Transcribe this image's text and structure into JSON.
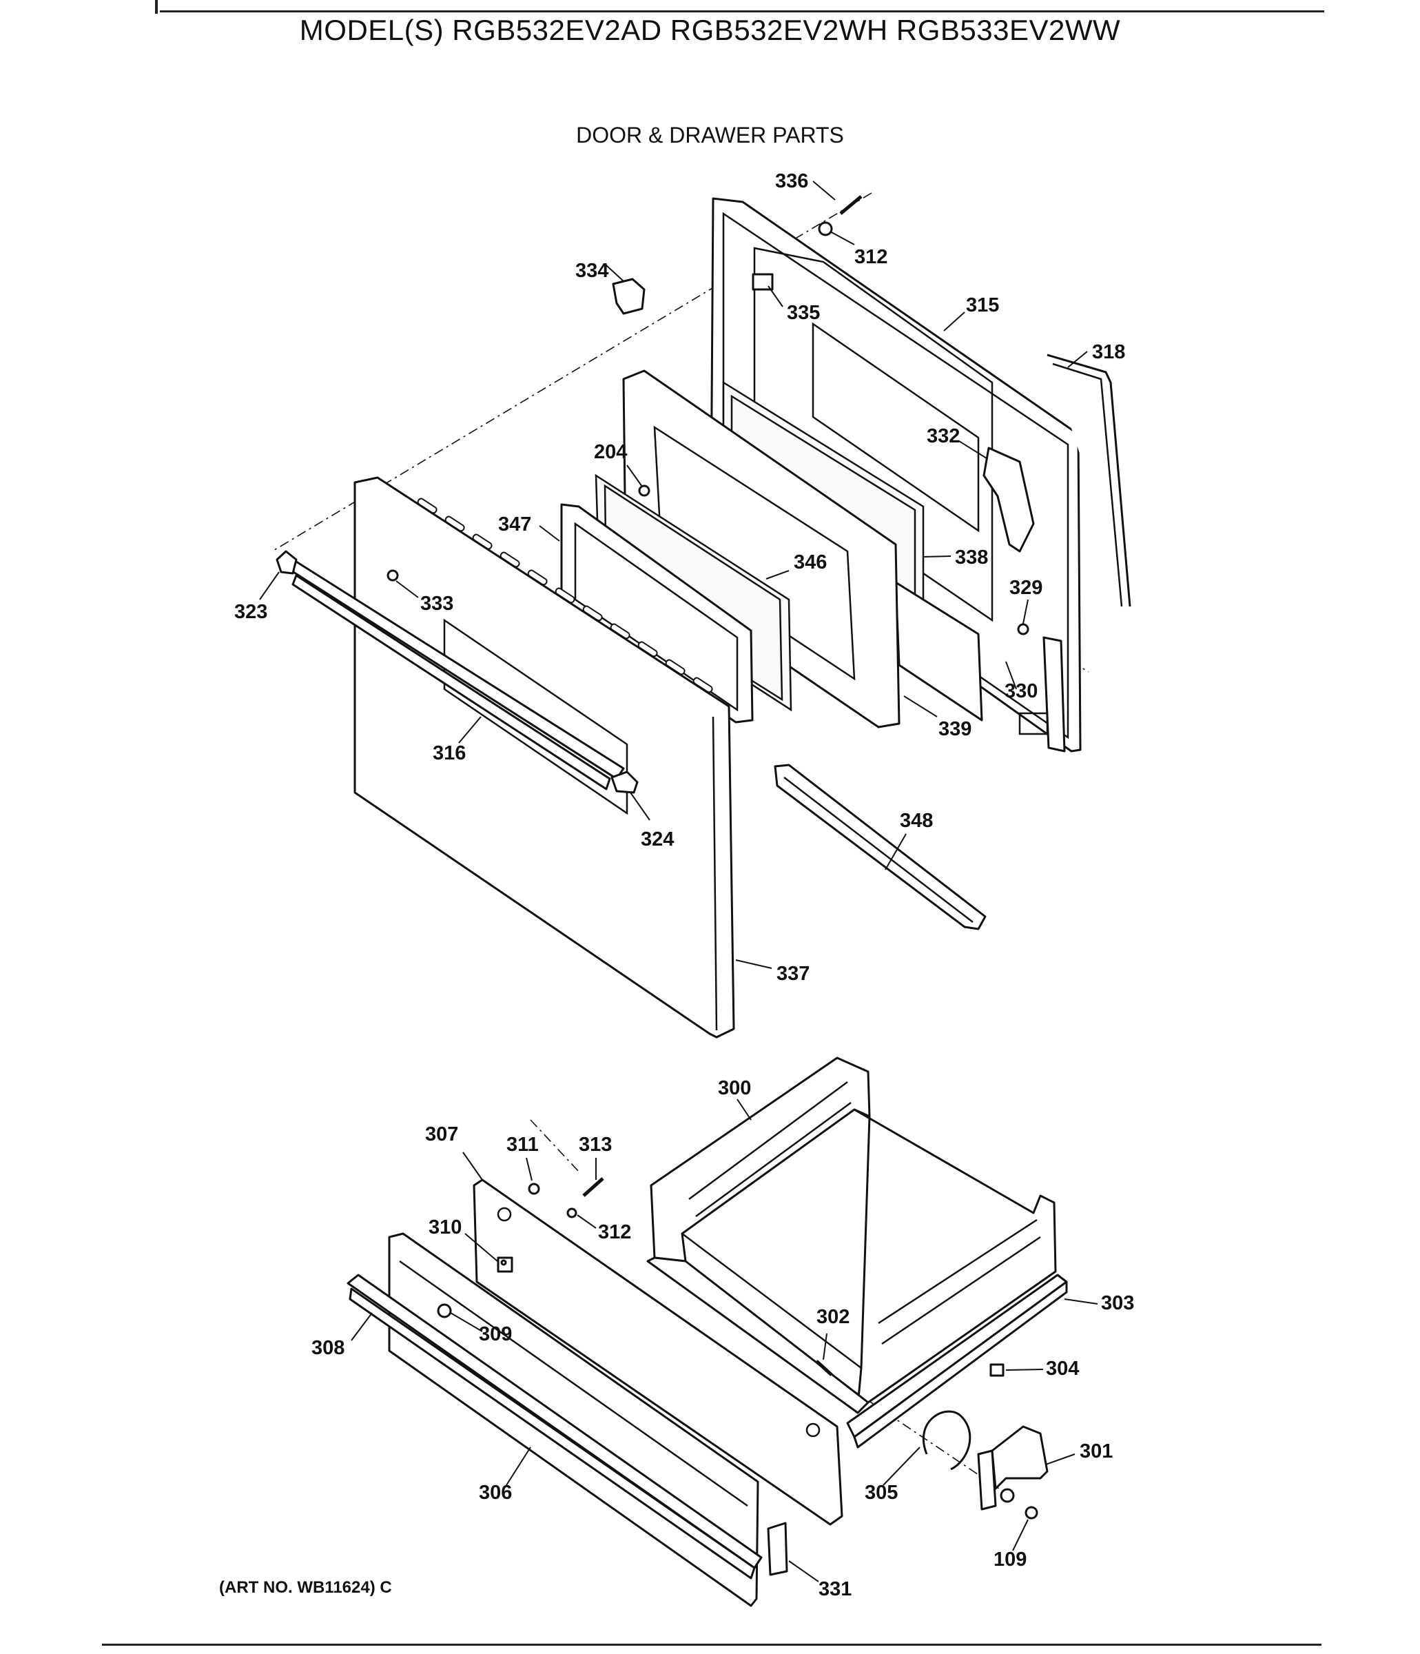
{
  "header": {
    "models_title": "MODEL(S) RGB532EV2AD  RGB532EV2WH  RGB533EV2WW",
    "section_title": "DOOR & DRAWER PARTS"
  },
  "footer": {
    "art_number": "(ART NO. WB11624) C"
  },
  "diagram": {
    "callouts": [
      "336",
      "312",
      "334",
      "335",
      "315",
      "318",
      "332",
      "204",
      "347",
      "346",
      "338",
      "323",
      "333",
      "329",
      "330",
      "339",
      "316",
      "324",
      "348",
      "337",
      "300",
      "307",
      "311",
      "313",
      "312",
      "310",
      "302",
      "303",
      "308",
      "309",
      "304",
      "301",
      "306",
      "305",
      "109",
      "331"
    ]
  }
}
